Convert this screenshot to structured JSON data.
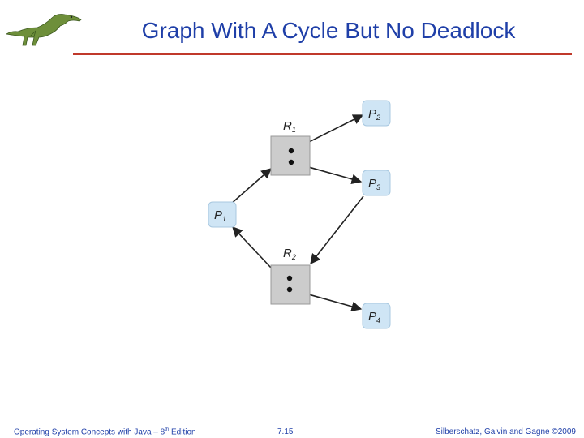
{
  "header": {
    "title": "Graph With A Cycle But No Deadlock"
  },
  "logo": {
    "icon": "dinosaur-icon",
    "color": "#6e8f3a"
  },
  "diagram": {
    "resources": [
      {
        "id": "R1",
        "letter": "R",
        "sub": "1",
        "instances": 2
      },
      {
        "id": "R2",
        "letter": "R",
        "sub": "2",
        "instances": 2
      }
    ],
    "processes": [
      {
        "id": "P1",
        "letter": "P",
        "sub": "1"
      },
      {
        "id": "P2",
        "letter": "P",
        "sub": "2"
      },
      {
        "id": "P3",
        "letter": "P",
        "sub": "3"
      },
      {
        "id": "P4",
        "letter": "P",
        "sub": "4"
      }
    ],
    "edges": [
      {
        "from": "P1",
        "to": "R1"
      },
      {
        "from": "R1",
        "to": "P2"
      },
      {
        "from": "R1",
        "to": "P3"
      },
      {
        "from": "P3",
        "to": "R2"
      },
      {
        "from": "R2",
        "to": "P1"
      },
      {
        "from": "R2",
        "to": "P4"
      }
    ],
    "colors": {
      "process_fill": "#cfe5f5",
      "resource_fill": "#cccccc",
      "line": "#222222"
    }
  },
  "footer": {
    "book": "Operating System Concepts with Java – 8",
    "book_sup": "th",
    "book_suffix": " Edition",
    "page": "7.15",
    "copyright": "Silberschatz, Galvin and Gagne ©2009"
  }
}
